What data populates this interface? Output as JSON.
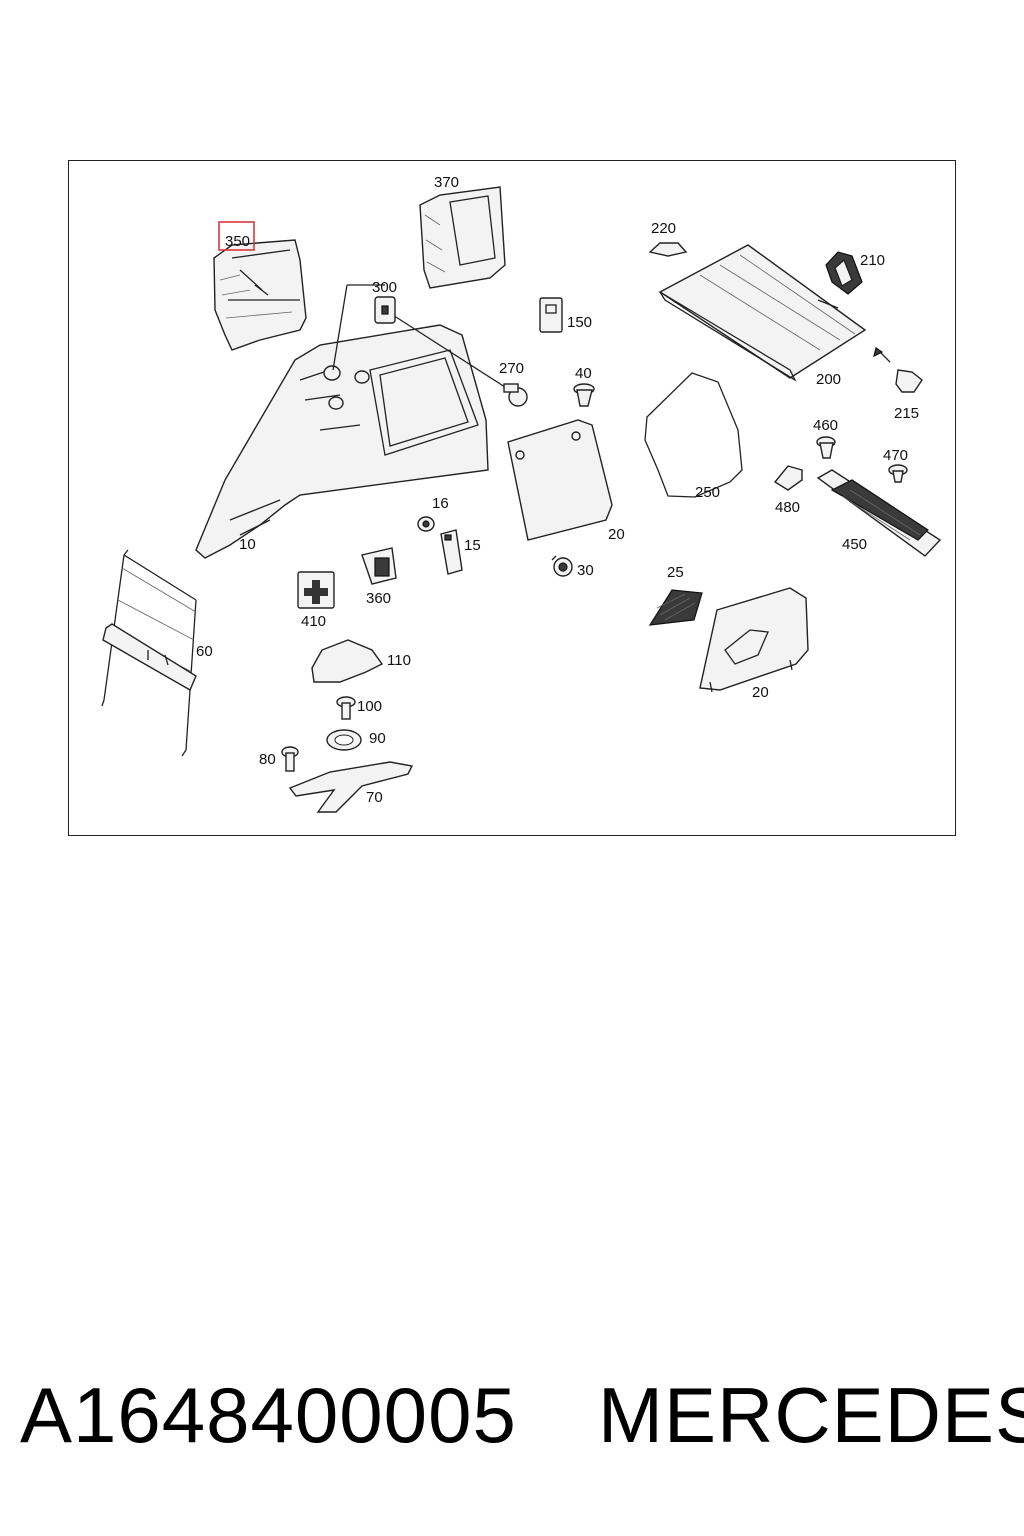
{
  "diagram": {
    "highlight_color": "#d9383a",
    "callouts": [
      {
        "id": "350",
        "label": "350",
        "highlighted": true
      },
      {
        "id": "370",
        "label": "370"
      },
      {
        "id": "300",
        "label": "300"
      },
      {
        "id": "270",
        "label": "270"
      },
      {
        "id": "220",
        "label": "220"
      },
      {
        "id": "210",
        "label": "210"
      },
      {
        "id": "200",
        "label": "200"
      },
      {
        "id": "215",
        "label": "215"
      },
      {
        "id": "150",
        "label": "150"
      },
      {
        "id": "40",
        "label": "40"
      },
      {
        "id": "460",
        "label": "460"
      },
      {
        "id": "470",
        "label": "470"
      },
      {
        "id": "480",
        "label": "480"
      },
      {
        "id": "450",
        "label": "450"
      },
      {
        "id": "250",
        "label": "250"
      },
      {
        "id": "20a",
        "label": "20"
      },
      {
        "id": "30",
        "label": "30"
      },
      {
        "id": "10",
        "label": "10"
      },
      {
        "id": "16",
        "label": "16"
      },
      {
        "id": "15",
        "label": "15"
      },
      {
        "id": "360",
        "label": "360"
      },
      {
        "id": "410",
        "label": "410"
      },
      {
        "id": "25",
        "label": "25"
      },
      {
        "id": "20b",
        "label": "20"
      },
      {
        "id": "60",
        "label": "60"
      },
      {
        "id": "110",
        "label": "110"
      },
      {
        "id": "100",
        "label": "100"
      },
      {
        "id": "90",
        "label": "90"
      },
      {
        "id": "80",
        "label": "80"
      },
      {
        "id": "70",
        "label": "70"
      }
    ]
  },
  "footer": {
    "part_number": "A1648400005",
    "brand": "MERCEDES"
  }
}
